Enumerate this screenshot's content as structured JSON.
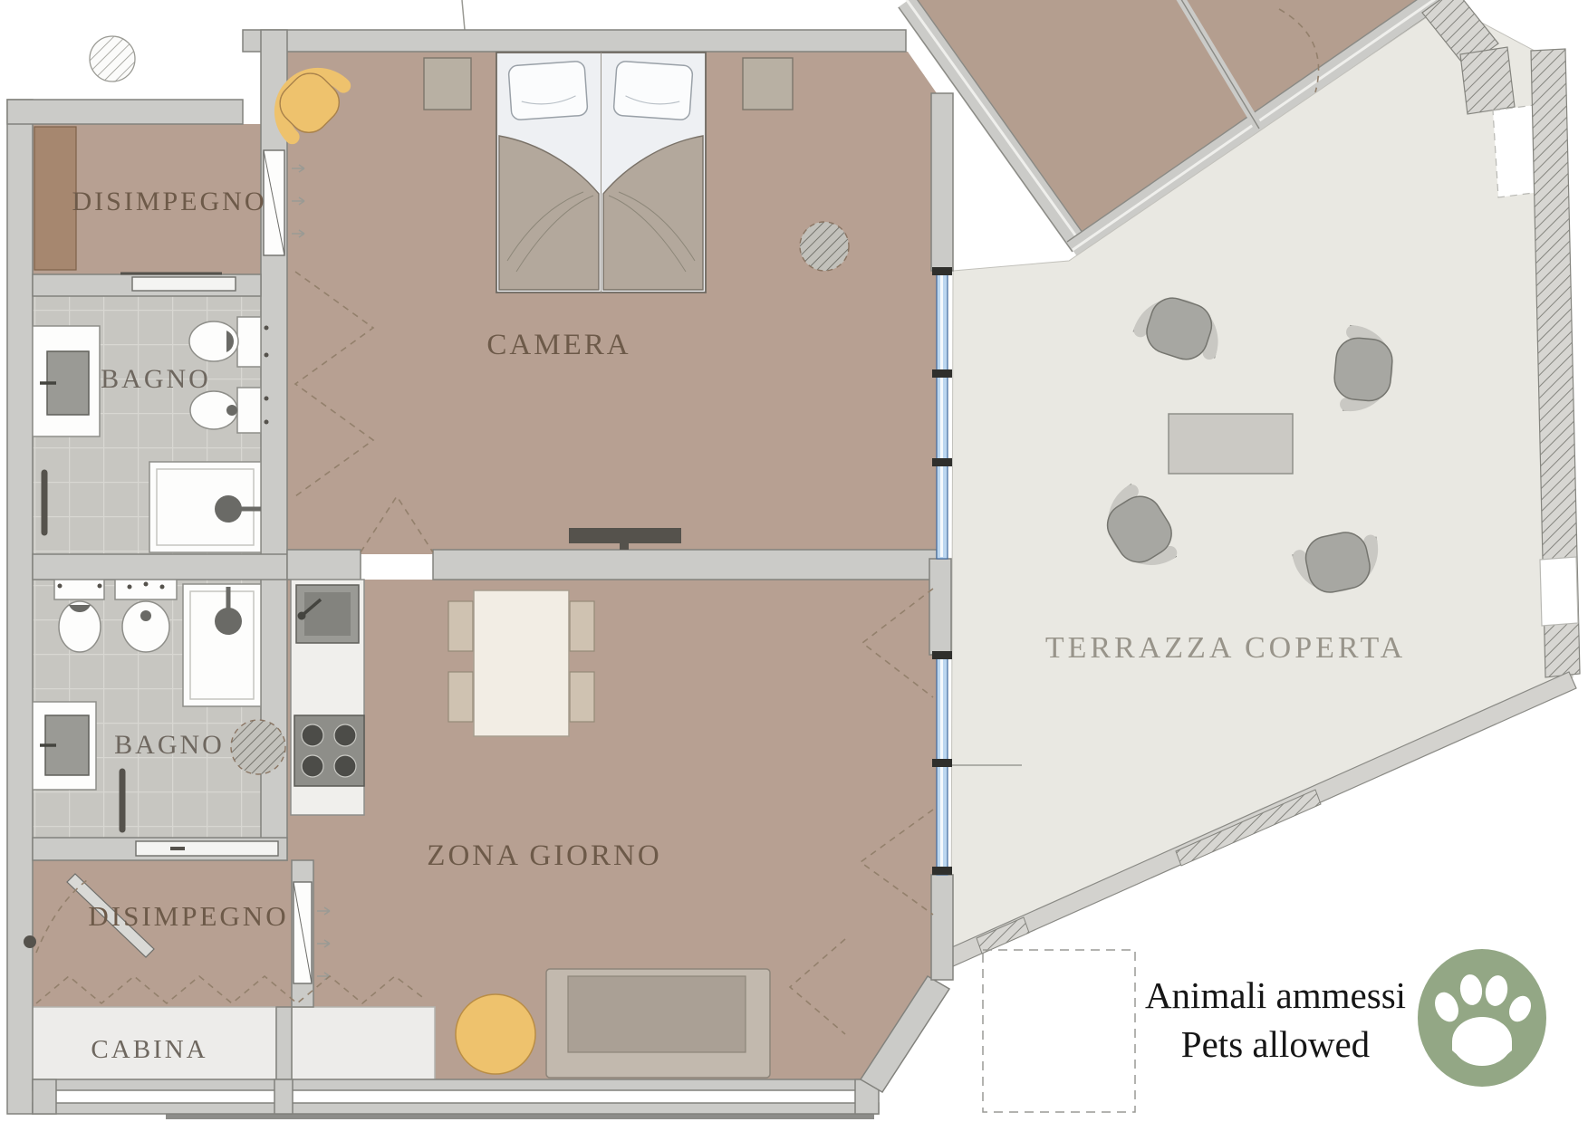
{
  "plan": {
    "rooms": {
      "disimpegno_top": {
        "label": "DISIMPEGNO"
      },
      "bagno_top": {
        "label": "BAGNO"
      },
      "camera": {
        "label": "CAMERA"
      },
      "bagno_bottom": {
        "label": "BAGNO"
      },
      "zona_giorno": {
        "label": "ZONA GIORNO"
      },
      "disimpegno_bottom": {
        "label": "DISIMPEGNO"
      },
      "cabina": {
        "label": "CABINA"
      },
      "terrazza_coperta": {
        "label": "TERRAZZA COPERTA"
      }
    },
    "pets_note": {
      "line1": "Animali ammessi",
      "line2": "Pets allowed"
    },
    "icons": {
      "paw": "paw-icon",
      "columns": "hatched-column-icon"
    },
    "colors": {
      "floor_interior": "#b7a092",
      "floor_terrace": "#e9e8e2",
      "floor_bathroom_tiles": "#c7c6c1",
      "walls_gray": "#cbcbc8",
      "accent_armchair_yellow": "#eec26d",
      "glass_window_blue": "#bcd7f0",
      "paw_badge_green": "#93a785",
      "room_label_brown": "#6d5a49",
      "terrace_label_gray": "#98948a"
    }
  }
}
